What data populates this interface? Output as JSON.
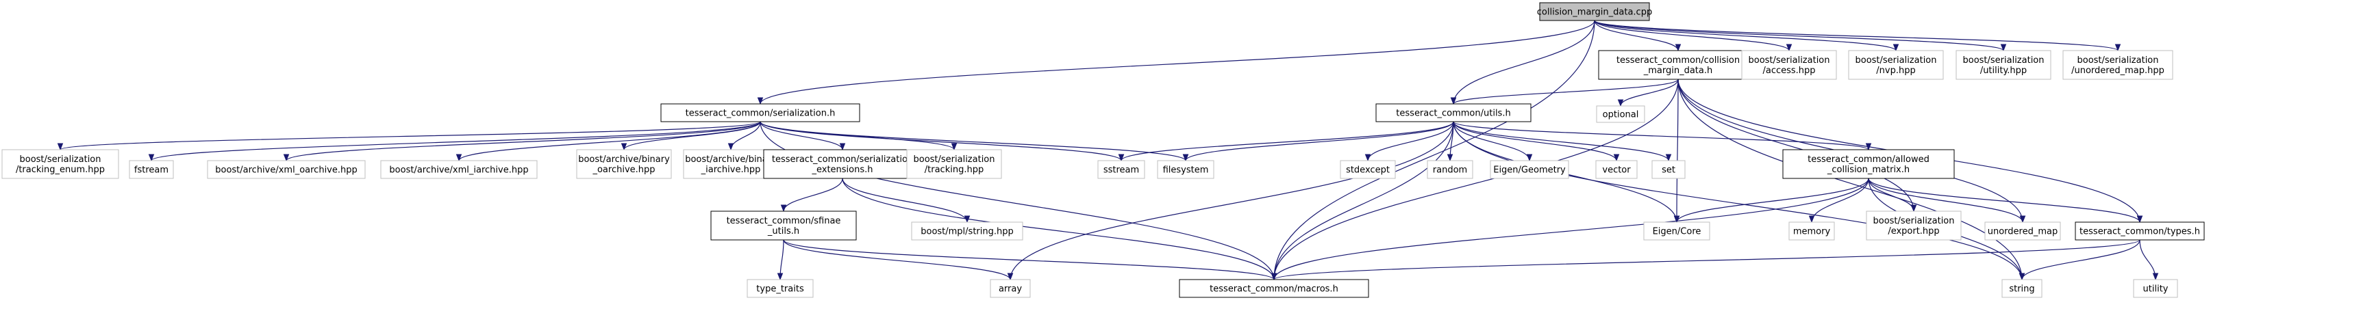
{
  "diagram": {
    "nodes": [
      {
        "id": "root",
        "lines": [
          "collision_margin_data.cpp"
        ],
        "style": "root"
      },
      {
        "id": "ser",
        "lines": [
          "tesseract_common/serialization.h"
        ],
        "style": "local"
      },
      {
        "id": "cmd",
        "lines": [
          "tesseract_common/collision",
          "_margin_data.h"
        ],
        "style": "local"
      },
      {
        "id": "bacc",
        "lines": [
          "boost/serialization",
          "/access.hpp"
        ],
        "style": "ext"
      },
      {
        "id": "bnvp",
        "lines": [
          "boost/serialization",
          "/nvp.hpp"
        ],
        "style": "ext"
      },
      {
        "id": "butil",
        "lines": [
          "boost/serialization",
          "/utility.hpp"
        ],
        "style": "ext"
      },
      {
        "id": "bumap",
        "lines": [
          "boost/serialization",
          "/unordered_map.hpp"
        ],
        "style": "ext"
      },
      {
        "id": "utils",
        "lines": [
          "tesseract_common/utils.h"
        ],
        "style": "local"
      },
      {
        "id": "optional",
        "lines": [
          "optional"
        ],
        "style": "ext"
      },
      {
        "id": "btrackenum",
        "lines": [
          "boost/serialization",
          "/tracking_enum.hpp"
        ],
        "style": "ext"
      },
      {
        "id": "fstream",
        "lines": [
          "fstream"
        ],
        "style": "ext"
      },
      {
        "id": "xmloa",
        "lines": [
          "boost/archive/xml_oarchive.hpp"
        ],
        "style": "ext"
      },
      {
        "id": "xmlia",
        "lines": [
          "boost/archive/xml_iarchive.hpp"
        ],
        "style": "ext"
      },
      {
        "id": "binoa",
        "lines": [
          "boost/archive/binary",
          "_oarchive.hpp"
        ],
        "style": "ext"
      },
      {
        "id": "binia",
        "lines": [
          "boost/archive/binary",
          "_iarchive.hpp"
        ],
        "style": "ext"
      },
      {
        "id": "serext",
        "lines": [
          "tesseract_common/serialization",
          "_extensions.h"
        ],
        "style": "local"
      },
      {
        "id": "btrack",
        "lines": [
          "boost/serialization",
          "/tracking.hpp"
        ],
        "style": "ext"
      },
      {
        "id": "sstream",
        "lines": [
          "sstream"
        ],
        "style": "ext"
      },
      {
        "id": "filesystem",
        "lines": [
          "filesystem"
        ],
        "style": "ext"
      },
      {
        "id": "stdexcept",
        "lines": [
          "stdexcept"
        ],
        "style": "ext"
      },
      {
        "id": "random",
        "lines": [
          "random"
        ],
        "style": "ext"
      },
      {
        "id": "eigengeom",
        "lines": [
          "Eigen/Geometry"
        ],
        "style": "ext"
      },
      {
        "id": "vector",
        "lines": [
          "vector"
        ],
        "style": "ext"
      },
      {
        "id": "set",
        "lines": [
          "set"
        ],
        "style": "ext"
      },
      {
        "id": "acm",
        "lines": [
          "tesseract_common/allowed",
          "_collision_matrix.h"
        ],
        "style": "local"
      },
      {
        "id": "sfinae",
        "lines": [
          "tesseract_common/sfinae",
          "_utils.h"
        ],
        "style": "local"
      },
      {
        "id": "mplstring",
        "lines": [
          "boost/mpl/string.hpp"
        ],
        "style": "ext"
      },
      {
        "id": "eigencore",
        "lines": [
          "Eigen/Core"
        ],
        "style": "ext"
      },
      {
        "id": "memory",
        "lines": [
          "memory"
        ],
        "style": "ext"
      },
      {
        "id": "bexport",
        "lines": [
          "boost/serialization",
          "/export.hpp"
        ],
        "style": "ext"
      },
      {
        "id": "umap",
        "lines": [
          "unordered_map"
        ],
        "style": "ext"
      },
      {
        "id": "types",
        "lines": [
          "tesseract_common/types.h"
        ],
        "style": "local"
      },
      {
        "id": "typetraits",
        "lines": [
          "type_traits"
        ],
        "style": "ext"
      },
      {
        "id": "array",
        "lines": [
          "array"
        ],
        "style": "ext"
      },
      {
        "id": "macros",
        "lines": [
          "tesseract_common/macros.h"
        ],
        "style": "local"
      },
      {
        "id": "string",
        "lines": [
          "string"
        ],
        "style": "ext"
      },
      {
        "id": "utility",
        "lines": [
          "utility"
        ],
        "style": "ext"
      }
    ],
    "edges": [
      [
        "root",
        "ser"
      ],
      [
        "root",
        "cmd"
      ],
      [
        "root",
        "bacc"
      ],
      [
        "root",
        "bnvp"
      ],
      [
        "root",
        "butil"
      ],
      [
        "root",
        "bumap"
      ],
      [
        "root",
        "utils"
      ],
      [
        "root",
        "macros"
      ],
      [
        "ser",
        "btrackenum"
      ],
      [
        "ser",
        "fstream"
      ],
      [
        "ser",
        "xmloa"
      ],
      [
        "ser",
        "xmlia"
      ],
      [
        "ser",
        "binoa"
      ],
      [
        "ser",
        "binia"
      ],
      [
        "ser",
        "serext"
      ],
      [
        "ser",
        "btrack"
      ],
      [
        "ser",
        "sstream"
      ],
      [
        "ser",
        "filesystem"
      ],
      [
        "ser",
        "macros"
      ],
      [
        "cmd",
        "utils"
      ],
      [
        "cmd",
        "optional"
      ],
      [
        "cmd",
        "eigencore"
      ],
      [
        "cmd",
        "macros"
      ],
      [
        "cmd",
        "bexport"
      ],
      [
        "cmd",
        "umap"
      ],
      [
        "cmd",
        "types"
      ],
      [
        "cmd",
        "string"
      ],
      [
        "utils",
        "sstream"
      ],
      [
        "utils",
        "filesystem"
      ],
      [
        "utils",
        "stdexcept"
      ],
      [
        "utils",
        "random"
      ],
      [
        "utils",
        "eigengeom"
      ],
      [
        "utils",
        "vector"
      ],
      [
        "utils",
        "set"
      ],
      [
        "utils",
        "acm"
      ],
      [
        "utils",
        "array"
      ],
      [
        "utils",
        "macros"
      ],
      [
        "utils",
        "eigencore"
      ],
      [
        "utils",
        "string"
      ],
      [
        "serext",
        "sfinae"
      ],
      [
        "serext",
        "mplstring"
      ],
      [
        "serext",
        "macros"
      ],
      [
        "sfinae",
        "typetraits"
      ],
      [
        "sfinae",
        "array"
      ],
      [
        "sfinae",
        "macros"
      ],
      [
        "acm",
        "eigencore"
      ],
      [
        "acm",
        "memory"
      ],
      [
        "acm",
        "bexport"
      ],
      [
        "acm",
        "umap"
      ],
      [
        "acm",
        "types"
      ],
      [
        "acm",
        "macros"
      ],
      [
        "acm",
        "string"
      ],
      [
        "types",
        "macros"
      ],
      [
        "types",
        "string"
      ],
      [
        "types",
        "utility"
      ]
    ]
  },
  "colors": {
    "root_fill": "#bfbfbf",
    "local_stroke": "#000000",
    "ext_stroke": "#bfbfbf",
    "ext_text": "#000000",
    "edge": "#191970"
  }
}
